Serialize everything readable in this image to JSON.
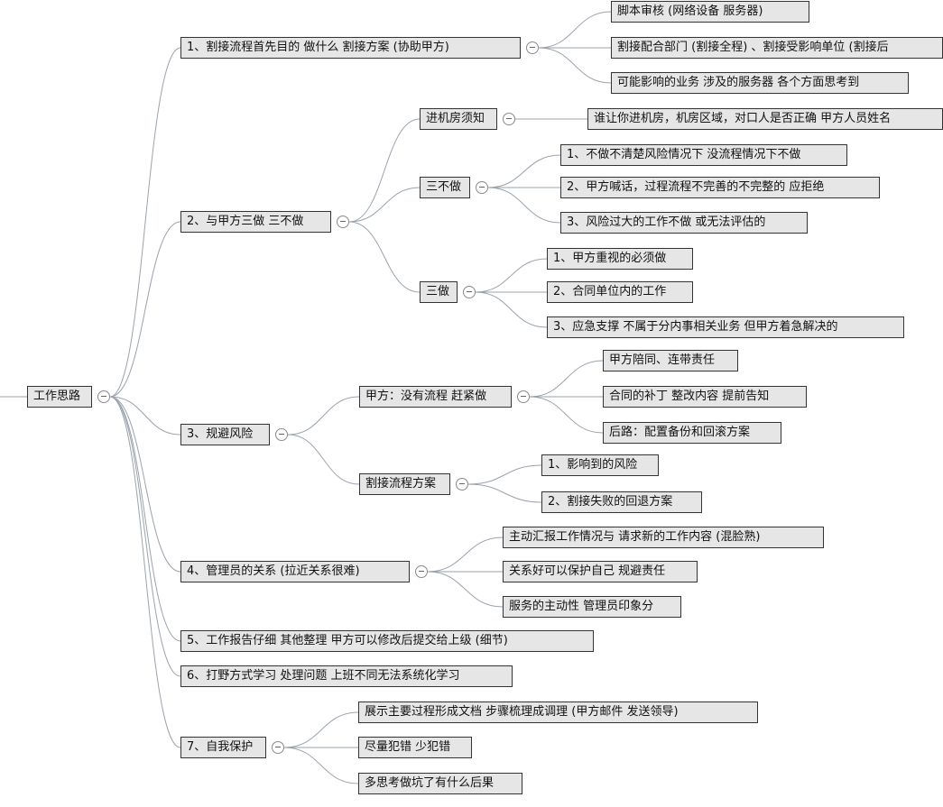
{
  "root": {
    "label": "工作思路",
    "children": [
      {
        "label": "1、割接流程首先目的 做什么  割接方案  (协助甲方)",
        "children": [
          {
            "label": "脚本审核 (网络设备 服务器)"
          },
          {
            "label": "割接配合部门 (割接全程) 、割接受影响单位 (割接后"
          },
          {
            "label": "可能影响的业务 涉及的服务器 各个方面思考到"
          }
        ]
      },
      {
        "label": "2、与甲方三做 三不做",
        "children": [
          {
            "label": "进机房须知",
            "children": [
              {
                "label": "谁让你进机房，机房区域，对口人是否正确 甲方人员姓名"
              }
            ]
          },
          {
            "label": "三不做",
            "children": [
              {
                "label": "1、不做不清楚风险情况下 没流程情况下不做"
              },
              {
                "label": "2、甲方喊话，过程流程不完善的不完整的   应拒绝"
              },
              {
                "label": "3、风险过大的工作不做 或无法评估的"
              }
            ]
          },
          {
            "label": "三做",
            "children": [
              {
                "label": "1、甲方重视的必须做"
              },
              {
                "label": "2、合同单位内的工作"
              },
              {
                "label": "3、应急支撑 不属于分内事相关业务 但甲方着急解决的"
              }
            ]
          }
        ]
      },
      {
        "label": "3、规避风险",
        "children": [
          {
            "label": "甲方：没有流程 赶紧做",
            "children": [
              {
                "label": "甲方陪同、连带责任"
              },
              {
                "label": "合同的补丁 整改内容 提前告知"
              },
              {
                "label": "后路：配置备份和回滚方案"
              }
            ]
          },
          {
            "label": "割接流程方案",
            "children": [
              {
                "label": "1、影响到的风险"
              },
              {
                "label": "2、割接失败的回退方案"
              }
            ]
          }
        ]
      },
      {
        "label": "4、管理员的关系  (拉近关系很难)",
        "children": [
          {
            "label": "主动汇报工作情况与 请求新的工作内容 (混脸熟)"
          },
          {
            "label": "关系好可以保护自己 规避责任"
          },
          {
            "label": "服务的主动性 管理员印象分"
          }
        ]
      },
      {
        "label": "5、工作报告仔细 其他整理  甲方可以修改后提交给上级 (细节)"
      },
      {
        "label": "6、打野方式学习 处理问题 上班不同无法系统化学习"
      },
      {
        "label": "7、自我保护",
        "children": [
          {
            "label": "展示主要过程形成文档 步骤梳理成调理  (甲方邮件 发送领导)"
          },
          {
            "label": "尽量犯错 少犯错"
          },
          {
            "label": "多思考做坑了有什么后果"
          }
        ]
      }
    ]
  }
}
